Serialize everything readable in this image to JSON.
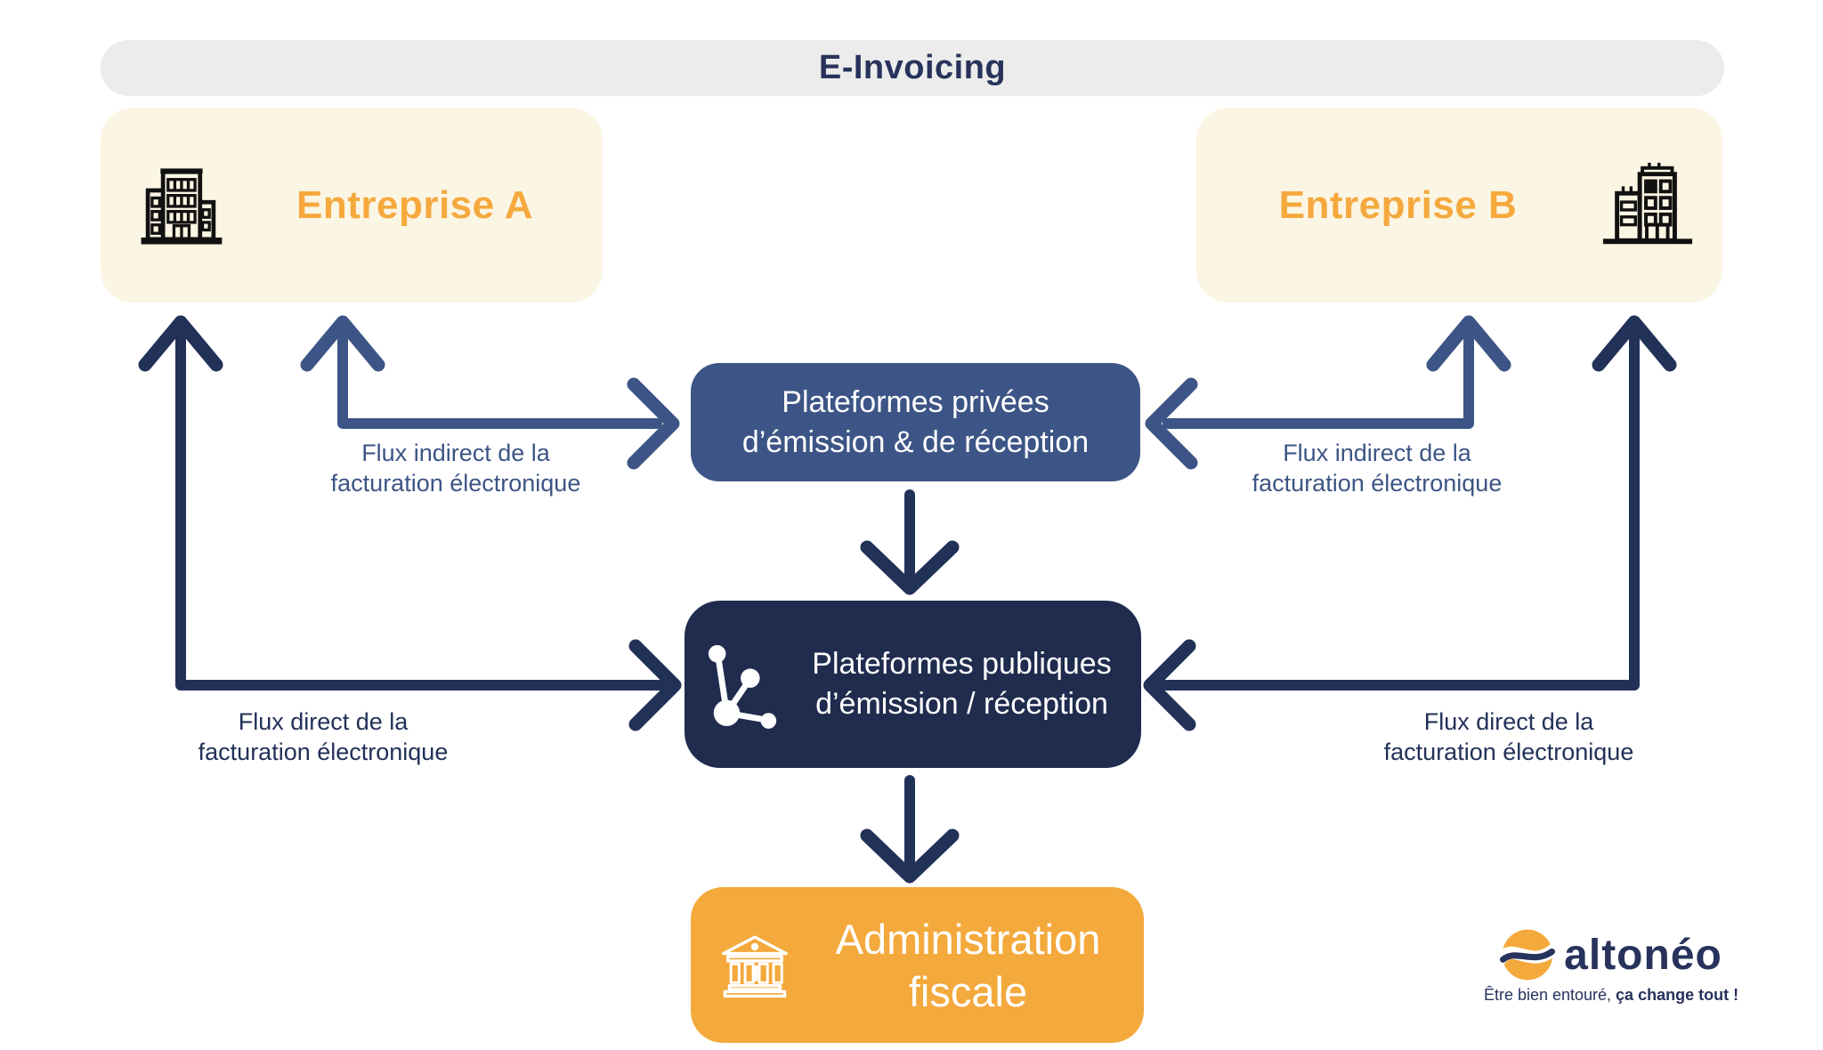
{
  "header": {
    "title": "E-Invoicing"
  },
  "entities": {
    "company_a": {
      "label": "Entreprise A"
    },
    "company_b": {
      "label": "Entreprise B"
    },
    "private_platforms": {
      "label_line1": "Plateformes privées",
      "label_line2": "d’émission & de réception"
    },
    "public_platforms": {
      "label_line1": "Plateformes publiques",
      "label_line2": "d’émission / réception"
    },
    "tax_administration": {
      "label_line1": "Administration",
      "label_line2": "fiscale"
    }
  },
  "flows": {
    "indirect_left": {
      "label_line1": "Flux indirect de la",
      "label_line2": "facturation électronique"
    },
    "indirect_right": {
      "label_line1": "Flux indirect de la",
      "label_line2": "facturation électronique"
    },
    "direct_left": {
      "label_line1": "Flux direct de la",
      "label_line2": "facturation électronique"
    },
    "direct_right": {
      "label_line1": "Flux direct de la",
      "label_line2": "facturation électronique"
    }
  },
  "logo": {
    "brand": "altonéo",
    "tagline_regular": "Être bien entouré, ",
    "tagline_bold": "ça change tout !"
  },
  "icons": {
    "company_a": "office-building-icon",
    "company_b": "office-building-icon",
    "public_platforms": "network-nodes-icon",
    "tax_administration": "bank-building-icon",
    "logo": "altoneo-mark-icon"
  },
  "colors": {
    "background": "#FFFFFF",
    "header_bar": "#ECECEC",
    "navy": "#223158",
    "dark_navy_box": "#1F2C4E",
    "medium_blue": "#3D5586",
    "orange": "#F4A93C",
    "orange_text": "#F5A93D",
    "cream_box": "#FBF5E3",
    "title_text": "#27335C"
  }
}
